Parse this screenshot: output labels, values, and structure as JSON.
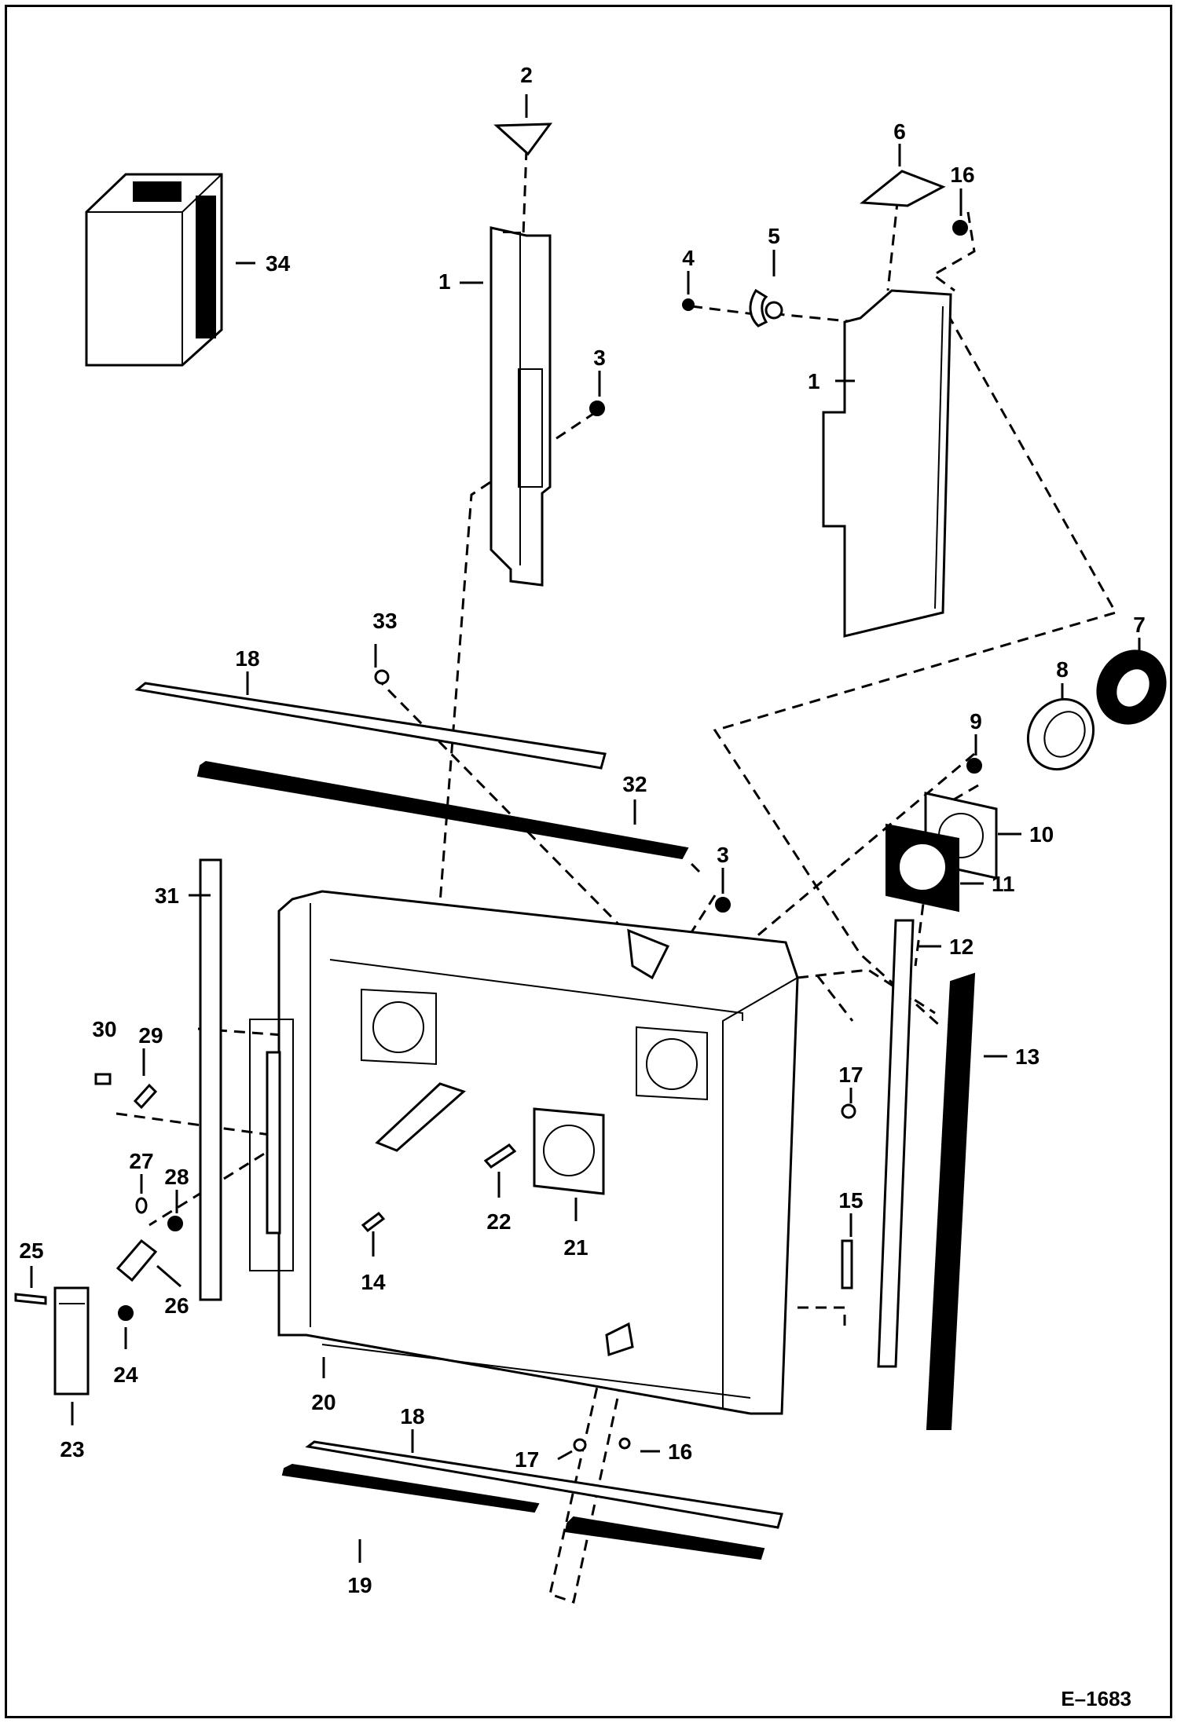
{
  "figure_code": "E–1683",
  "callouts": [
    "1",
    "1",
    "2",
    "3",
    "3",
    "4",
    "5",
    "6",
    "7",
    "8",
    "9",
    "10",
    "11",
    "12",
    "13",
    "14",
    "15",
    "16",
    "16",
    "17",
    "17",
    "18",
    "18",
    "19",
    "20",
    "21",
    "22",
    "23",
    "24",
    "25",
    "26",
    "27",
    "28",
    "29",
    "30",
    "31",
    "32",
    "33",
    "34"
  ],
  "colors": {
    "ink": "#000000",
    "paper": "#ffffff"
  }
}
